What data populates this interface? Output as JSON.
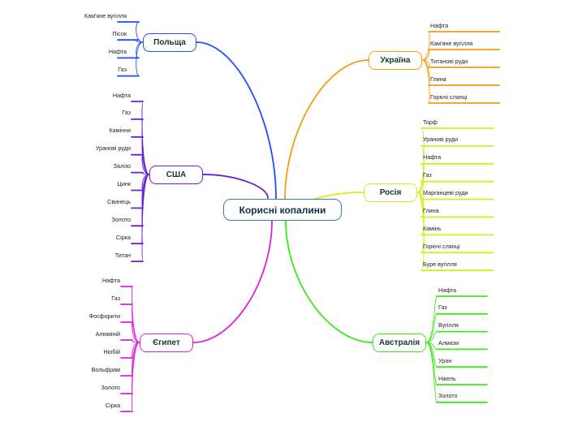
{
  "central": {
    "label": "Корисні копалини"
  },
  "branches": [
    {
      "id": "poland",
      "label": "Польща",
      "color": "#1f4fff",
      "items": [
        "Кам'яне вугілля",
        "Пісок",
        "Нафта",
        "Газ"
      ]
    },
    {
      "id": "usa",
      "label": "США",
      "color": "#6a1fd6",
      "items": [
        "Нафта",
        "Газ",
        "Каміння",
        "Уранові руди",
        "Залізо",
        "Цинк",
        "Свинець",
        "Золото",
        "Сірка",
        "Титан"
      ]
    },
    {
      "id": "egypt",
      "label": "Єгипет",
      "color": "#e21fdc",
      "items": [
        "Нафта",
        "Газ",
        "Фосфорити",
        "Алюміній",
        "Ніобій",
        "Вольфрам",
        "Золото",
        "Сірка"
      ]
    },
    {
      "id": "ukraine",
      "label": "Україна",
      "color": "#f59b12",
      "items": [
        "Нафта",
        "Кам'яне вугілля",
        "Титанові руди",
        "Глина",
        "Горючі сланці"
      ]
    },
    {
      "id": "russia",
      "label": "Росія",
      "color": "#d4ef1a",
      "items": [
        "Торф",
        "Уранові руди",
        "Нафта",
        "Газ",
        "Марганцеві руди",
        "Глина",
        "Камінь",
        "Горючі сланці",
        "Буре вугілля"
      ]
    },
    {
      "id": "australia",
      "label": "Австралія",
      "color": "#3ee81e",
      "items": [
        "Нафта",
        "Газ",
        "Вугілля",
        "Алмази",
        "Уран",
        "Нікель",
        "Золото"
      ]
    }
  ]
}
